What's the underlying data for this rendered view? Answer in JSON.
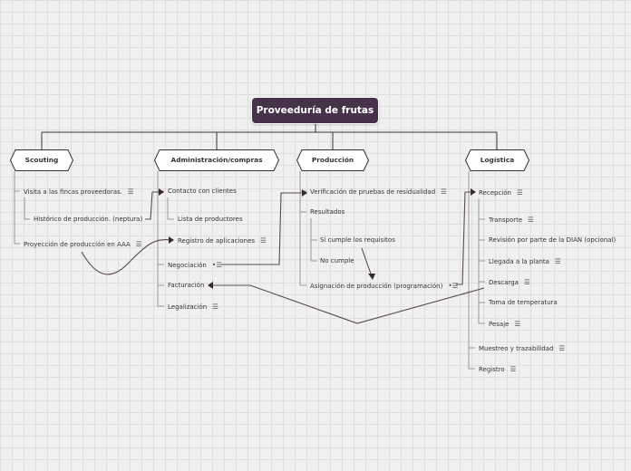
{
  "root": {
    "label": "Proveeduría de frutas"
  },
  "branches": {
    "scouting": {
      "label": "Scouting",
      "topics": [
        "Visita a las fincas proveedoras.",
        "Histórico de producción. (neptura)",
        "Proyección de producción en AAA"
      ]
    },
    "admin": {
      "label": "Administración/compras",
      "topics": [
        "Contacto con clientes",
        "Lista de productores",
        "Registro de aplicaciones",
        "Negociación",
        "Facturación",
        "Legalización"
      ]
    },
    "produccion": {
      "label": "Producción",
      "topics": [
        "Verificación de pruebas de residualidad",
        "Resultados",
        "Si cumple los requisitos",
        "No cumple",
        "Asignación de producción (programación)"
      ]
    },
    "logistica": {
      "label": "Logística",
      "topics": [
        "Recepción",
        "Transporte",
        "Revisión por parte de la DIAN (opcional)",
        "Llegada a la planta",
        "Descarga",
        "Toma de temperatura",
        "Pesaje",
        "Muestreo y trazabilidad",
        "Registro"
      ]
    }
  },
  "icons": {
    "note": "☰",
    "bullet": "•"
  }
}
